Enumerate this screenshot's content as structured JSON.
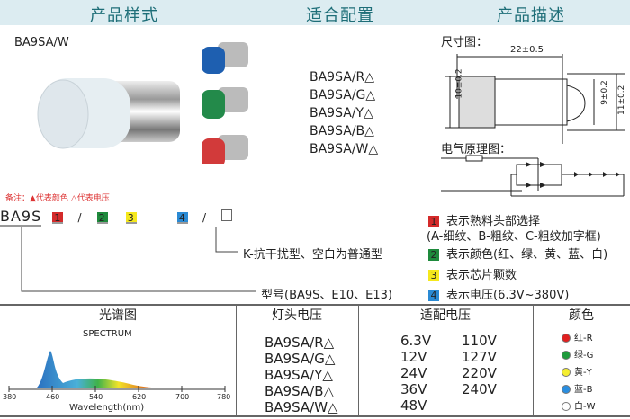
{
  "headers": {
    "style": "产品样式",
    "config": "适合配置",
    "desc": "产品描述"
  },
  "product_label": "BA9SA/W",
  "models": [
    "BA9SA/R△",
    "BA9SA/G△",
    "BA9SA/Y△",
    "BA9SA/B△",
    "BA9SA/W△"
  ],
  "note": "备注：▲代表颜色 △代表电压",
  "dims": {
    "title": "尺寸图：",
    "length": "22±0.5",
    "d1": "10±0.2",
    "d2": "9±0.2",
    "d3": "11±0.2"
  },
  "circuit_title": "电气原理图：",
  "code": {
    "prefix": "BA9S",
    "b1": "1",
    "b2": "2",
    "b3": "3",
    "b4": "4",
    "sep1": "/",
    "dash": "—",
    "sep2": "/",
    "k_desc": "K-抗干扰型、空白为普通型",
    "type_desc": "型号(BA9S、E10、E13)"
  },
  "legend": [
    {
      "num": "1",
      "text": "表示熟料头部选择",
      "sub": "(A-细纹、B-粗纹、C-粗纹加字框)",
      "color": "#d42a2a"
    },
    {
      "num": "2",
      "text": "表示颜色(红、绿、黄、蓝、白)",
      "color": "#1e8a3c"
    },
    {
      "num": "3",
      "text": "表示芯片颗数",
      "color": "#f5e81c"
    },
    {
      "num": "4",
      "text": "表示电压(6.3V~380V)",
      "color": "#2a8ad4"
    }
  ],
  "table": {
    "headers": [
      "光谱图",
      "灯头电压",
      "适配电压",
      "颜色"
    ],
    "spectrum": {
      "title": "SPECTRUM",
      "xlabel": "Wavelength(nm)",
      "ticks": [
        "380",
        "460",
        "540",
        "620",
        "700",
        "780"
      ]
    },
    "voltages_a": [
      "6.3V",
      "12V",
      "24V",
      "36V",
      "48V"
    ],
    "voltages_b": [
      "110V",
      "127V",
      "220V",
      "240V"
    ],
    "colors": [
      {
        "label": "红-R",
        "hex": "#e02020"
      },
      {
        "label": "绿-G",
        "hex": "#1e9a3c"
      },
      {
        "label": "黄-Y",
        "hex": "#f5ee30"
      },
      {
        "label": "蓝-B",
        "hex": "#2a8ee0"
      },
      {
        "label": "白-W",
        "hex": "#ffffff"
      }
    ]
  }
}
